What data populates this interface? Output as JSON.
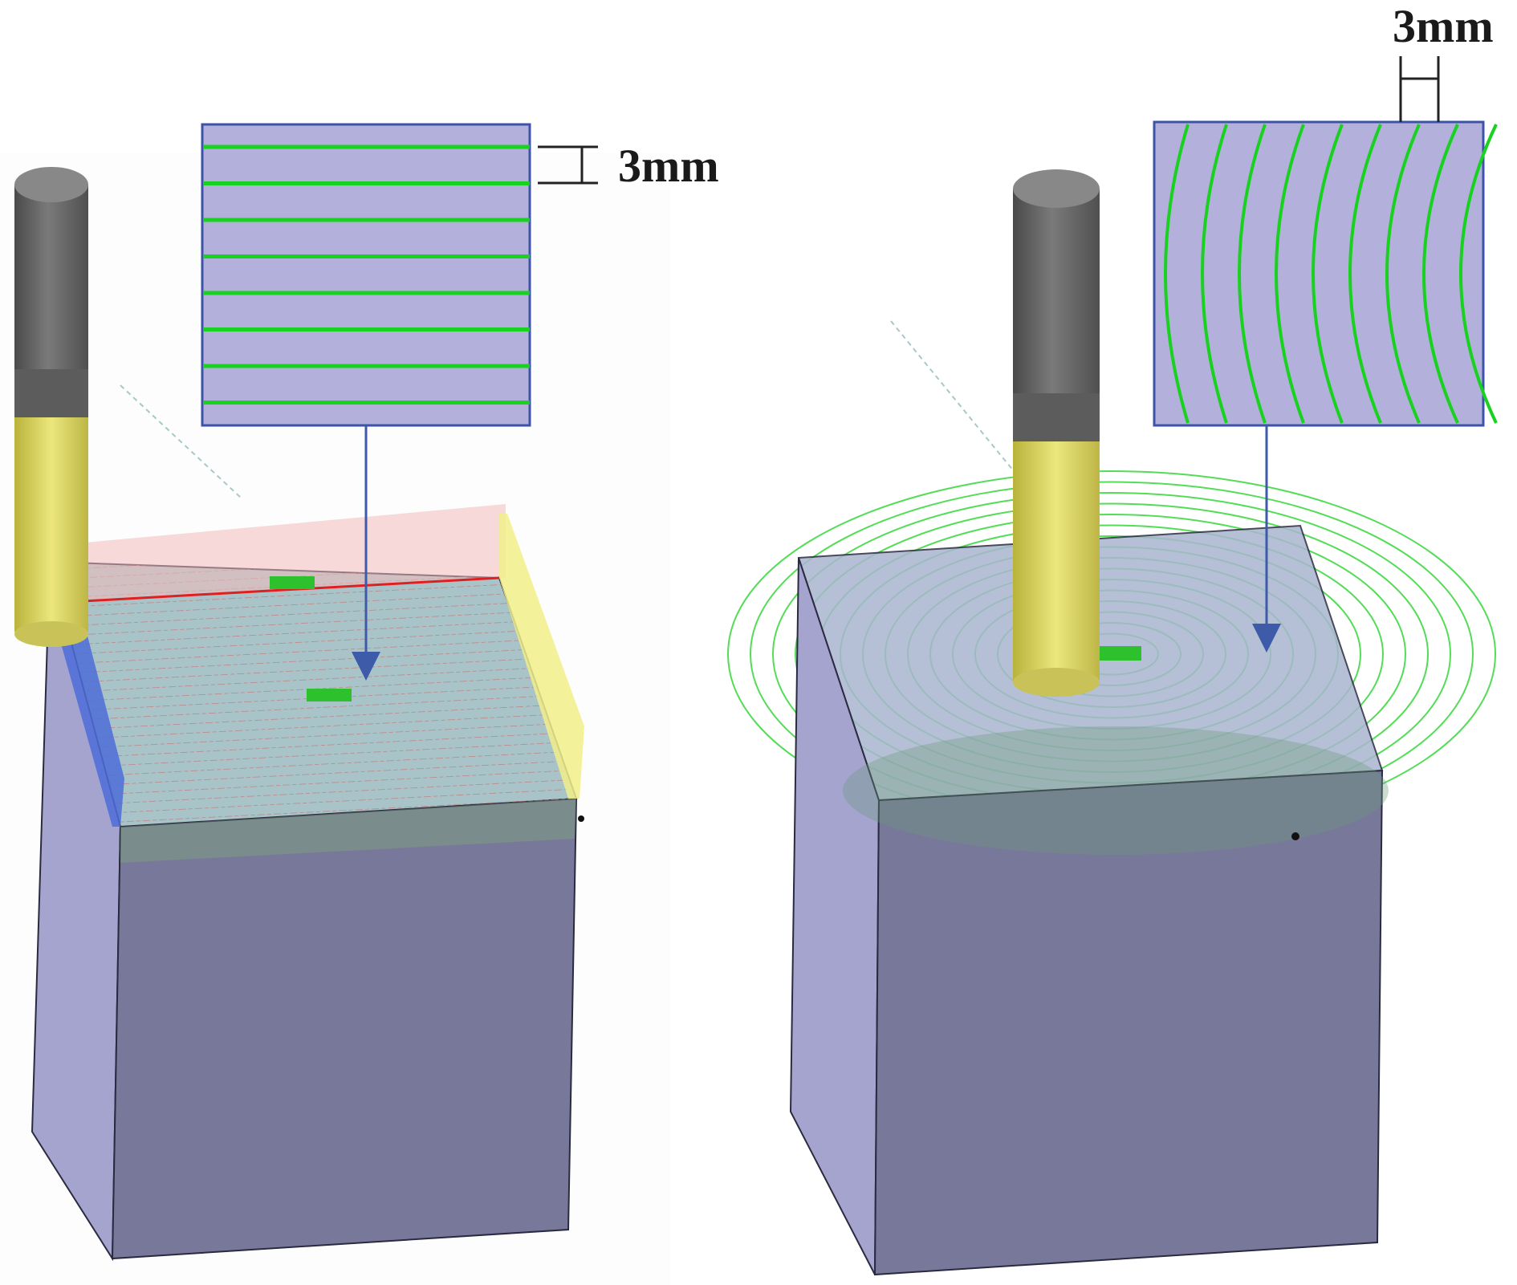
{
  "figure": {
    "left_panel": {
      "strategy": "parallel-raster-toolpath",
      "dimension_label": "3mm",
      "pass_count": 8
    },
    "right_panel": {
      "strategy": "concentric-spiral-toolpath",
      "dimension_label": "3mm",
      "pass_count": 9
    }
  },
  "colors": {
    "inset_fill": "#b3b1db",
    "inset_border": "#3d53a8",
    "toolpath_green": "#19d11f",
    "arrow_blue": "#3d5ba8",
    "block_top": "#a9b6cf",
    "block_front": "#78789a",
    "block_side": "#a4a4cf",
    "tool_shank": "#6e6e6e",
    "tool_cutter": "#dcd76a",
    "edge_red": "#e02020"
  }
}
